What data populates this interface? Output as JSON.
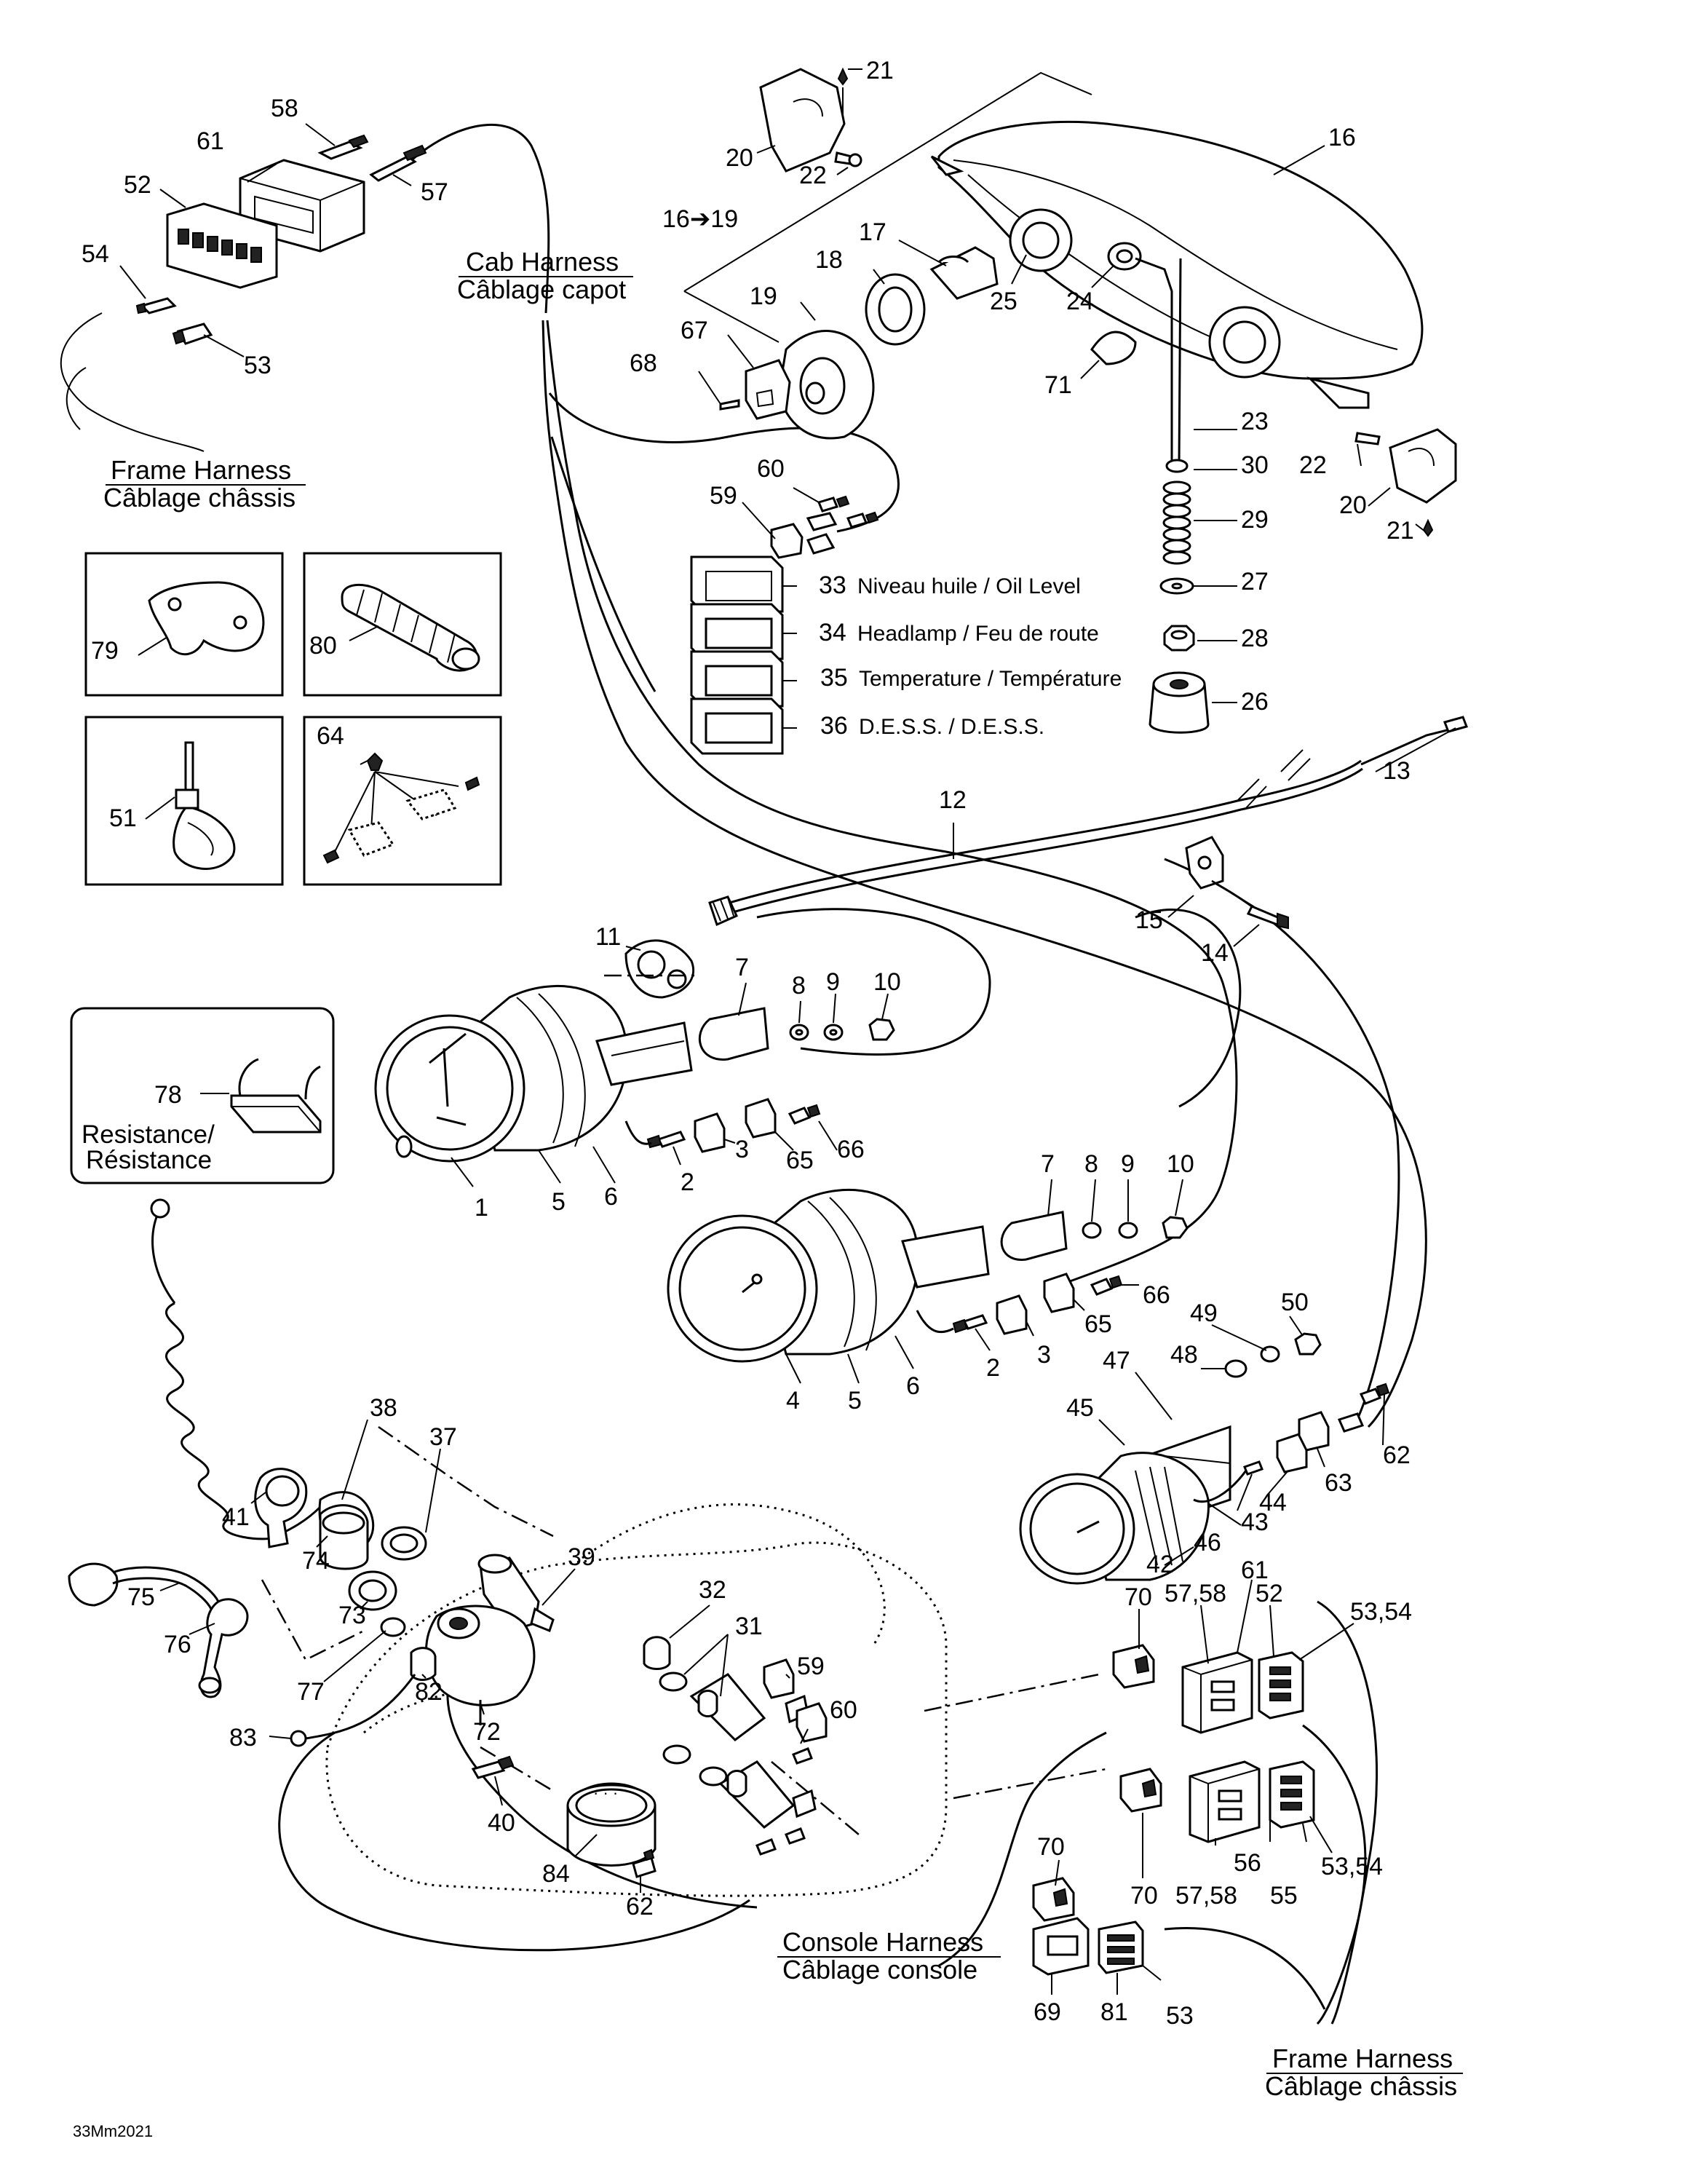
{
  "harness_labels": {
    "cab_en": "Cab Harness",
    "cab_fr": "Câblage capot",
    "frame_en": "Frame Harness",
    "frame_fr": "Câblage châssis",
    "frame2_en": "Frame Harness",
    "frame2_fr": "Câblage châssis",
    "console_en": "Console Harness",
    "console_fr": "Câblage console"
  },
  "switch_labels": {
    "s33": "Niveau huile / Oil Level",
    "s34": "Headlamp / Feu de route",
    "s35": "Temperature / Température",
    "s36": "D.E.S.S. / D.E.S.S."
  },
  "resistance": {
    "line1": "Resistance/",
    "line2": "Résistance"
  },
  "figure_code": "33Mm2021",
  "callouts": {
    "c1": "1",
    "c2a": "2",
    "c2b": "2",
    "c3a": "3",
    "c3b": "3",
    "c4": "4",
    "c5a": "5",
    "c5b": "5",
    "c6a": "6",
    "c6b": "6",
    "c7a": "7",
    "c7b": "7",
    "c8a": "8",
    "c8b": "8",
    "c9a": "9",
    "c9b": "9",
    "c10a": "10",
    "c10b": "10",
    "c11": "11",
    "c12": "12",
    "c13": "13",
    "c14": "14",
    "c15": "15",
    "c16": "16",
    "c16_19": "16➔19",
    "c17": "17",
    "c18": "18",
    "c19": "19",
    "c20a": "20",
    "c20b": "20",
    "c21a": "21",
    "c21b": "21",
    "c22a": "22",
    "c22b": "22",
    "c23": "23",
    "c24": "24",
    "c25": "25",
    "c26": "26",
    "c27": "27",
    "c28": "28",
    "c29": "29",
    "c30": "30",
    "c31": "31",
    "c32": "32",
    "c33": "33",
    "c34": "34",
    "c35": "35",
    "c36": "36",
    "c37": "37",
    "c38": "38",
    "c39": "39",
    "c40": "40",
    "c41": "41",
    "c42": "42",
    "c43": "43",
    "c44": "44",
    "c45": "45",
    "c46": "46",
    "c47": "47",
    "c48": "48",
    "c49": "49",
    "c50": "50",
    "c51": "51",
    "c52a": "52",
    "c52b": "52",
    "c53a": "53",
    "c53b": "53",
    "c53_54a": "53,54",
    "c53_54b": "53,54",
    "c54": "54",
    "c55": "55",
    "c56": "56",
    "c57": "57",
    "c57_58a": "57,58",
    "c57_58b": "57,58",
    "c58": "58",
    "c59a": "59",
    "c59b": "59",
    "c60a": "60",
    "c60b": "60",
    "c61a": "61",
    "c61b": "61",
    "c62a": "62",
    "c62b": "62",
    "c63": "63",
    "c64": "64",
    "c65a": "65",
    "c65b": "65",
    "c66a": "66",
    "c66b": "66",
    "c67": "67",
    "c68": "68",
    "c69": "69",
    "c70a": "70",
    "c70b": "70",
    "c70c": "70",
    "c71": "71",
    "c72": "72",
    "c73": "73",
    "c74": "74",
    "c75": "75",
    "c76": "76",
    "c77": "77",
    "c78": "78",
    "c79": "79",
    "c80": "80",
    "c81": "81",
    "c82": "82",
    "c83": "83",
    "c84": "84"
  }
}
